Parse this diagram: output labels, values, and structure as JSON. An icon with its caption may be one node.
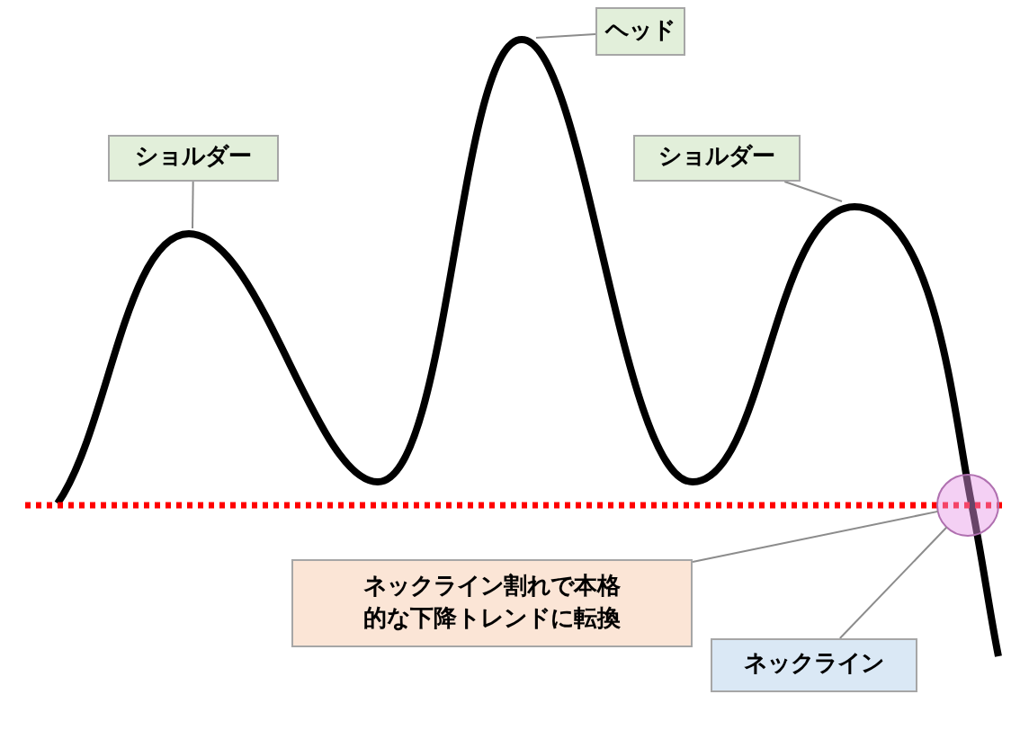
{
  "diagram": {
    "nodes": [
      {
        "text": [
          "ヘッド"
        ]
      },
      {
        "text": [
          "ショルダー"
        ]
      },
      {
        "text": [
          "ショルダー"
        ]
      },
      {
        "text": [],
        "shape": "circle"
      },
      {
        "text": [
          "ネックライン割れで本格的な下降トレンドに転換"
        ]
      },
      {
        "text": [
          "ネックライン"
        ]
      }
    ],
    "edges": [
      {
        "from": 0,
        "to": null,
        "arrow": "none"
      },
      {
        "from": 1,
        "to": null,
        "arrow": "none"
      },
      {
        "from": 2,
        "to": null,
        "arrow": "none"
      },
      {
        "from": 4,
        "to": 3,
        "arrow": "none"
      },
      {
        "from": 5,
        "to": 3,
        "arrow": "none"
      }
    ]
  }
}
